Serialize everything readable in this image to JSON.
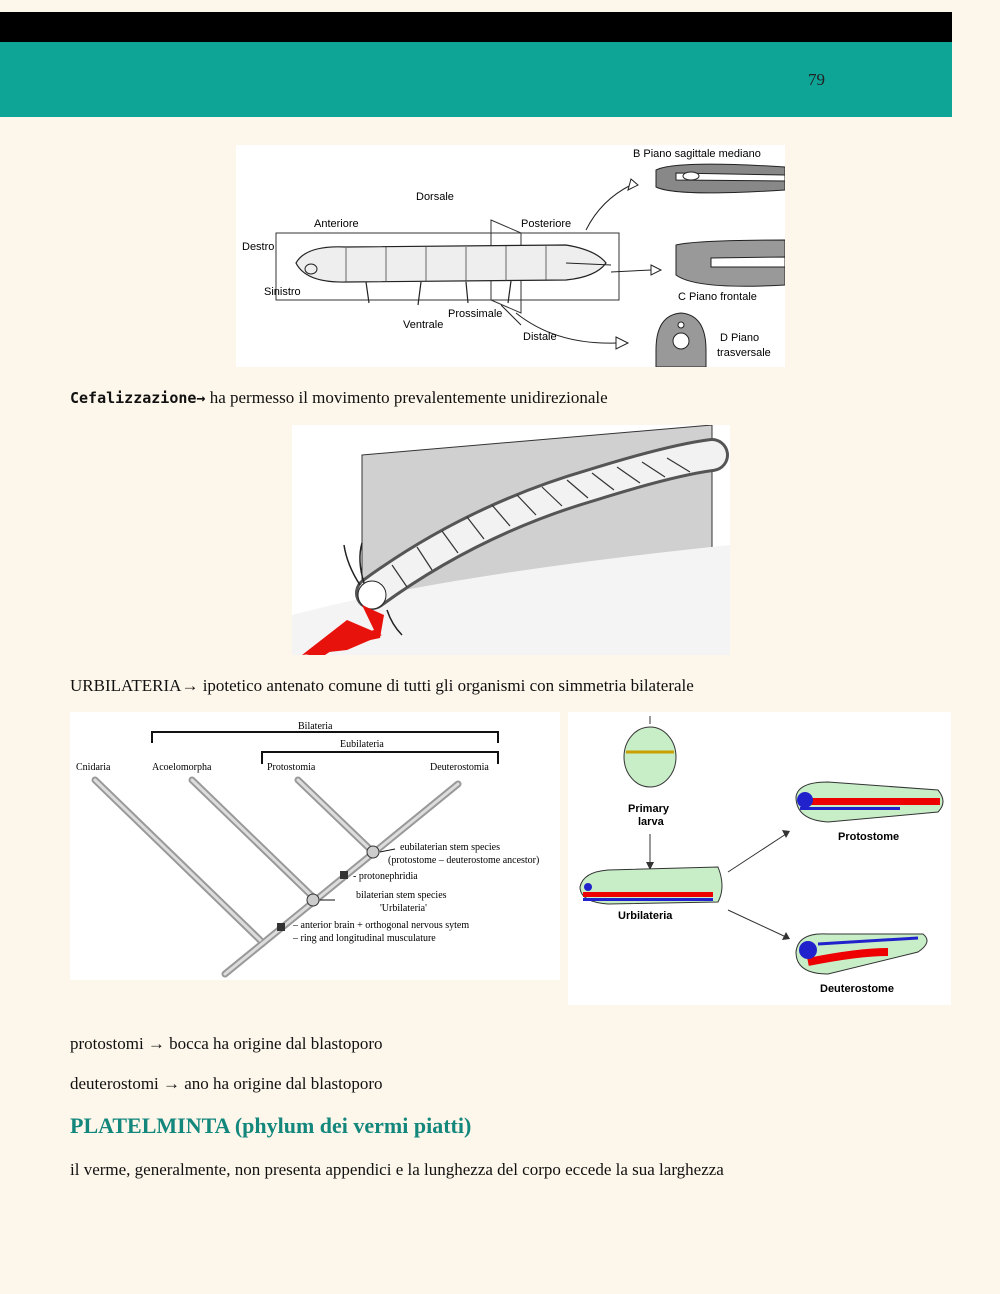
{
  "page_number": "79",
  "figure1": {
    "labels": {
      "dorsale": "Dorsale",
      "anteriore": "Anteriore",
      "posteriore": "Posteriore",
      "destro": "Destro",
      "sinistro": "Sinistro",
      "ventrale": "Ventrale",
      "prossimale": "Prossimale",
      "distale": "Distale",
      "piano_b": "B  Piano sagittale mediano",
      "piano_c": "C  Piano frontale",
      "piano_d1": "D  Piano",
      "piano_d2": "trasversale"
    }
  },
  "cefalizzazione": {
    "keyword": "Cefalizzazione→",
    "text": " ha permesso il movimento prevalentemente unidirezionale"
  },
  "urbilateria_line": "URBILATERIA→ ipotetico antenato comune di tutti gli organismi con simmetria bilaterale",
  "tree": {
    "bilateria": "Bilateria",
    "eubilateria": "Eubilateria",
    "taxa": [
      "Cnidaria",
      "Acoelomorpha",
      "Protostomia",
      "Deuterostomia"
    ],
    "annotations": {
      "eubil1": "eubilaterian stem species",
      "eubil2": "(protostome – deuterostome ancestor)",
      "protoneph": "- protonephridia",
      "bil1": "bilaterian stem species",
      "bil2": "'Urbilateria'",
      "brain1": "– anterior brain + orthogonal nervous sytem",
      "brain2": "– ring and longitudinal musculature"
    }
  },
  "larva_fig": {
    "primary1": "Primary",
    "primary2": "larva",
    "urbilateria": "Urbilateria",
    "protostome": "Protostome",
    "deuterostome": "Deuterostome"
  },
  "protostomi_line": "protostomi → bocca ha origine dal blastoporo",
  "deuterostomi_line": "deuterostomi → ano ha origine dal blastoporo",
  "platelminta_heading": "PLATELMINTA (phylum dei vermi piatti)",
  "platelminta_text": "il verme, generalmente, non presenta appendici e la lunghezza del corpo eccede la sua larghezza",
  "colors": {
    "teal_bar": "#0ea596",
    "heading": "#13877c",
    "background": "#fdf6ea",
    "arrow_red": "#e8120c"
  }
}
